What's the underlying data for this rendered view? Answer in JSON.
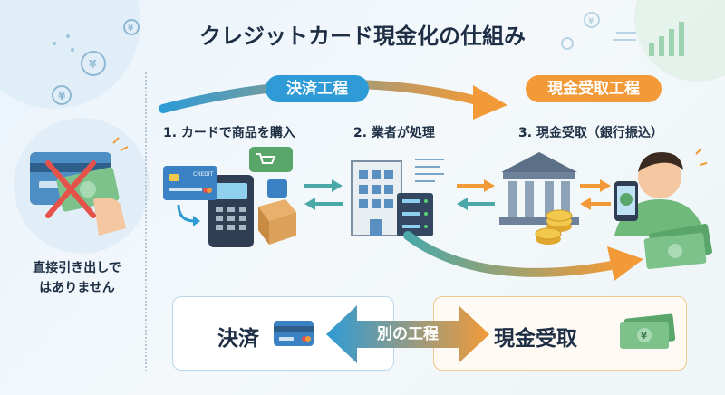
{
  "title": "クレジットカード現金化の仕組み",
  "pills": {
    "payment": "決済工程",
    "cash": "現金受取工程"
  },
  "steps": [
    "1. カードで商品を購入",
    "2. 業者が処理",
    "3. 現金受取（銀行振込）"
  ],
  "note": {
    "line1": "直接引き出しで",
    "line2": "はありません"
  },
  "bottom": {
    "left_label": "決済",
    "right_label": "現金受取",
    "arrow_label": "別の工程"
  },
  "icons": {
    "card_terminal": "credit-card-terminal-icon",
    "card_text": "CREDIT",
    "building": "office-building-icon",
    "bank": "bank-icon",
    "phone": "smartphone-icon",
    "cash": "yen-banknote-icon"
  },
  "colors": {
    "blue": "#2e9bd6",
    "orange": "#f29a38",
    "red": "#e5524a",
    "green": "#5aa66a"
  }
}
